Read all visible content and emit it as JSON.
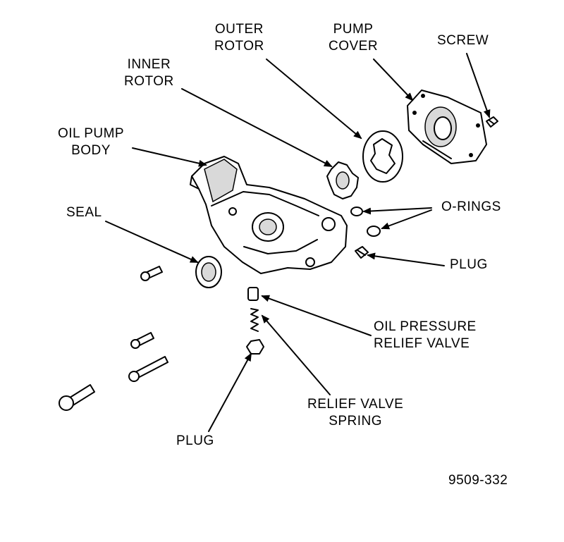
{
  "labels": {
    "outer_rotor": [
      "OUTER",
      "ROTOR"
    ],
    "pump_cover": [
      "PUMP",
      "COVER"
    ],
    "screw": "SCREW",
    "inner_rotor": [
      "INNER",
      "ROTOR"
    ],
    "oil_pump_body": [
      "OIL PUMP",
      "BODY"
    ],
    "seal": "SEAL",
    "o_rings": "O-RINGS",
    "plug_right": "PLUG",
    "oil_pressure_relief_valve": [
      "OIL PRESSURE",
      "RELIEF VALVE"
    ],
    "relief_valve_spring": [
      "RELIEF VALVE",
      "SPRING"
    ],
    "plug_bottom": "PLUG",
    "figure_number": "9509-332"
  }
}
